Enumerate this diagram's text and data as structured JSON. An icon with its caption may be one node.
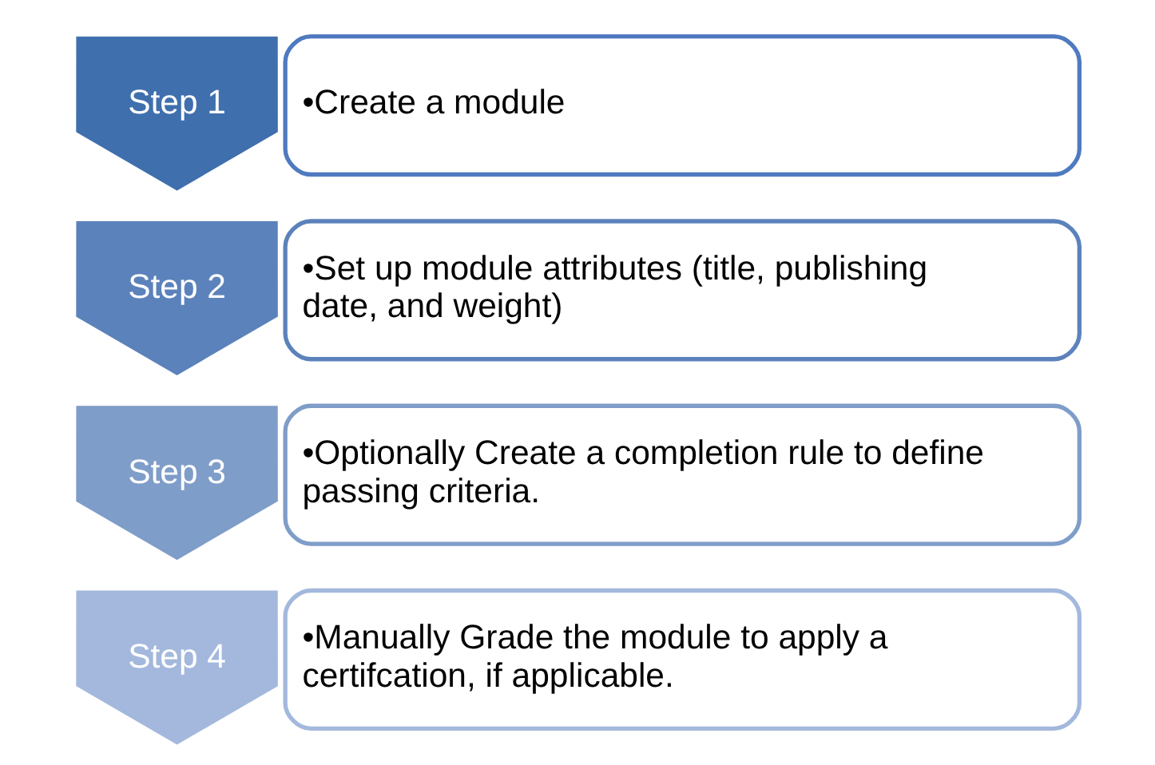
{
  "diagram": {
    "nodes": [
      {
        "text": [
          "Step 1"
        ]
      },
      {
        "text": [
          "•Create a module"
        ]
      },
      {
        "text": [
          "Step 2"
        ]
      },
      {
        "text": [
          "•Set up module attributes (title, publishing date, and weight)"
        ]
      },
      {
        "text": [
          "Step 3"
        ]
      },
      {
        "text": [
          "•Optionally Create a completion rule to define passing criteria."
        ]
      },
      {
        "text": [
          "Step 4"
        ]
      },
      {
        "text": [
          "•Manually Grade the module to apply a certifcation, if applicable."
        ]
      }
    ]
  }
}
